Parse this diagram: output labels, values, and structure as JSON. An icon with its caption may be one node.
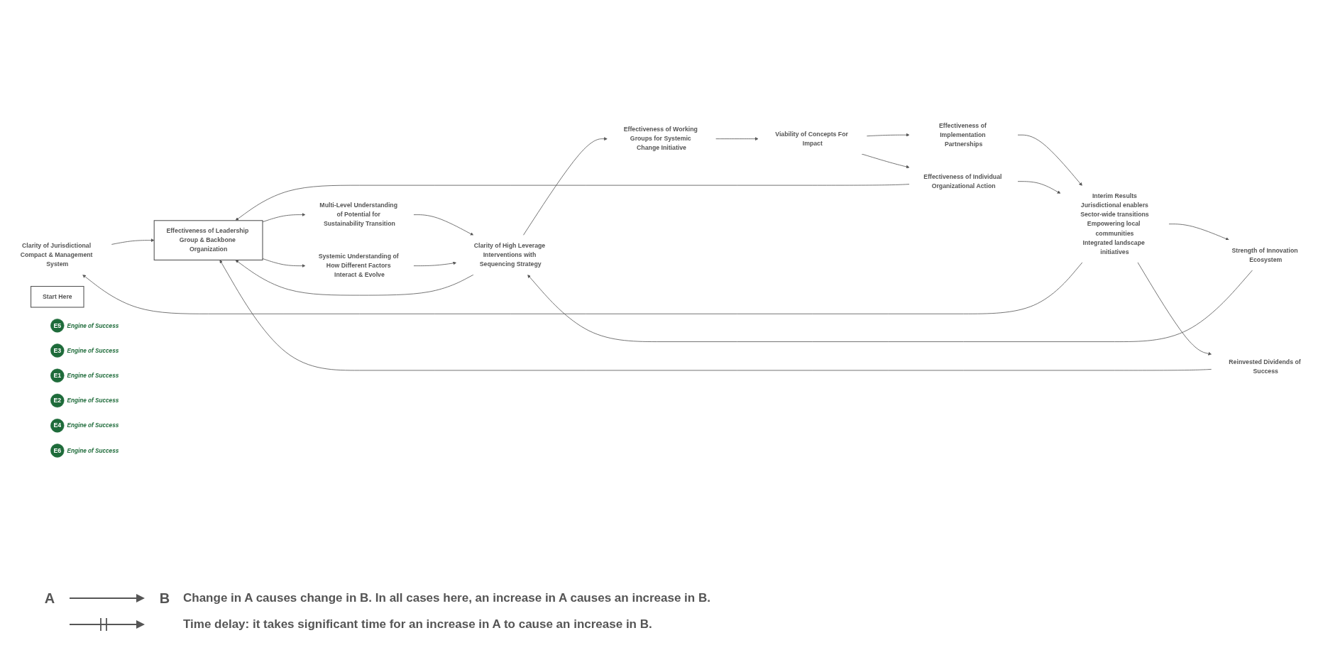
{
  "diagram": {
    "nodes": [
      {
        "text": [
          "Clarity of Jurisdictional Compact & Management System"
        ]
      },
      {
        "text": [
          "Multi-Level Understanding of Potential for Sustainability Transition"
        ]
      },
      {
        "text": [
          "Strength of Innovation Ecosystem"
        ]
      },
      {
        "text": [
          "Effectiveness of Leadership Group & Backbone Organization"
        ]
      },
      {
        "text": [
          "Clarity of High Leverage Interventions with Sequencing Strategy"
        ]
      },
      {
        "text": [
          "Effectiveness of Working Groups for Systemic Change Initiative"
        ]
      },
      {
        "text": [
          "Viability of Concepts For Impact"
        ]
      },
      {
        "text": [
          "Effectiveness of Implementation Partnerships"
        ]
      },
      {
        "text": [
          "Interim Results",
          "Jurisdictional enablers",
          "Sector-wide transitions",
          "Empowering local communities",
          "Integrated landscape initiatives"
        ]
      },
      {
        "text": [
          "Systemic Understanding of How Different Factors Interact & Evolve"
        ]
      },
      {
        "text": [
          "Effectiveness of Individual Organizational Action"
        ]
      },
      {
        "text": [
          "Reinvested Dividends of Success"
        ]
      },
      {
        "text": [
          "Start Here"
        ]
      },
      {
        "text": [
          "E5"
        ],
        "beside": [
          "Engine of Success"
        ]
      },
      {
        "text": [
          "E3"
        ],
        "beside": [
          "Engine of Success"
        ]
      },
      {
        "text": [
          "E1"
        ],
        "beside": [
          "Engine of Success"
        ]
      },
      {
        "text": [
          "E2"
        ],
        "beside": [
          "Engine of Success"
        ]
      },
      {
        "text": [
          "E4"
        ],
        "beside": [
          "Engine of Success"
        ]
      },
      {
        "text": [
          "E6"
        ],
        "beside": [
          "Engine of Success"
        ]
      }
    ],
    "edges": [
      {
        "from": 0,
        "to": 3,
        "arrow": "to"
      },
      {
        "from": 3,
        "to": 1,
        "arrow": "to"
      },
      {
        "from": 1,
        "to": 4,
        "arrow": "to"
      },
      {
        "from": 3,
        "to": 9,
        "arrow": "to"
      },
      {
        "from": 9,
        "to": 4,
        "arrow": "to"
      },
      {
        "from": 4,
        "to": 3,
        "arrow": "to"
      },
      {
        "from": 2,
        "to": 4,
        "arrow": "to"
      },
      {
        "from": 4,
        "to": 5,
        "arrow": "to"
      },
      {
        "from": 5,
        "to": 6,
        "arrow": "to"
      },
      {
        "from": 6,
        "to": 7,
        "arrow": "to"
      },
      {
        "from": 6,
        "to": 10,
        "arrow": "to"
      },
      {
        "from": 7,
        "to": 8,
        "arrow": "to"
      },
      {
        "from": 10,
        "to": 8,
        "arrow": "to"
      },
      {
        "from": 8,
        "to": 2,
        "arrow": "to"
      },
      {
        "from": 8,
        "to": 0,
        "arrow": "to"
      },
      {
        "from": 10,
        "to": 3,
        "arrow": "to"
      },
      {
        "from": 8,
        "to": 11,
        "arrow": "to"
      },
      {
        "from": 11,
        "to": 3,
        "arrow": "to"
      }
    ],
    "labels": [
      "A",
      "B"
    ],
    "legend": [
      {
        "text": "Change in A causes change in B. In all cases here, an increase in A causes an increase in B."
      },
      {
        "text": "Time delay: it takes significant time for an increase in A to cause an increase in B."
      }
    ]
  }
}
